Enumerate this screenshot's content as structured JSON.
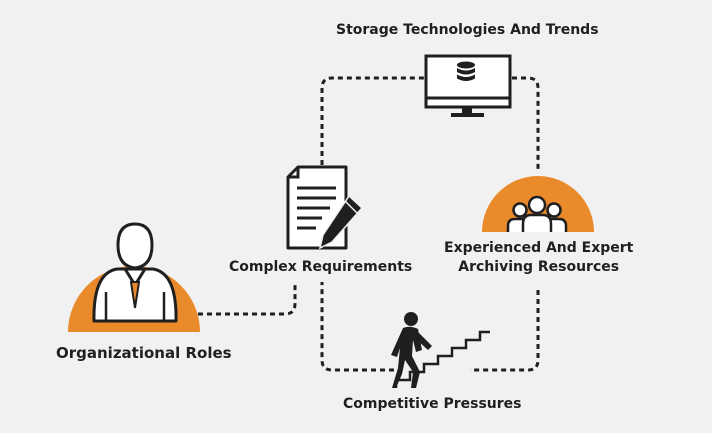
{
  "colors": {
    "background": "#f1f1f1",
    "accent": "#e98a2b",
    "line": "#1f1f1f",
    "text": "#1f1f1f"
  },
  "nodes": {
    "storage": {
      "label": "Storage Technologies And Trends",
      "icon": "monitor-database-icon"
    },
    "complex": {
      "label": "Complex Requirements",
      "icon": "document-pen-icon"
    },
    "experienced": {
      "label_line1": "Experienced And Expert",
      "label_line2": "Archiving Resources",
      "icon": "team-group-icon"
    },
    "organizational": {
      "label": "Organizational Roles",
      "icon": "businessman-icon"
    },
    "competitive": {
      "label": "Competitive Pressures",
      "icon": "person-climbing-stairs-icon"
    }
  }
}
